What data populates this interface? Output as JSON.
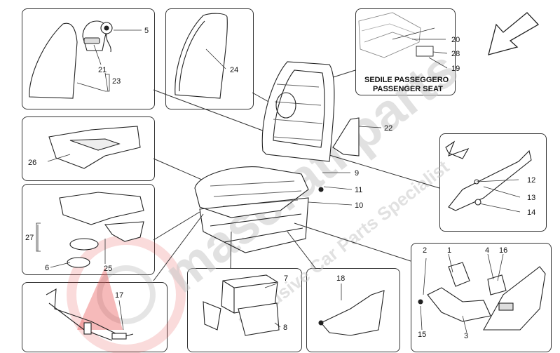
{
  "watermark": {
    "brand": "maserati parts",
    "tagline": "Exclusive Car Parts Specialist",
    "logo_color": "#e63a3a"
  },
  "caption": {
    "line1": "SEDILE PASSEGGERO",
    "line2": "PASSENGER SEAT"
  },
  "callouts": {
    "c1": "1",
    "c2": "2",
    "c3": "3",
    "c4": "4",
    "c5": "5",
    "c6": "6",
    "c7": "7",
    "c8": "8",
    "c9": "9",
    "c10": "10",
    "c11": "11",
    "c12": "12",
    "c13": "13",
    "c14": "14",
    "c15": "15",
    "c16": "16",
    "c17": "17",
    "c18": "18",
    "c19": "19",
    "c20": "20",
    "c21": "21",
    "c22": "22",
    "c23": "23",
    "c24": "24",
    "c25": "25",
    "c26": "26",
    "c27": "27",
    "c28": "28"
  }
}
